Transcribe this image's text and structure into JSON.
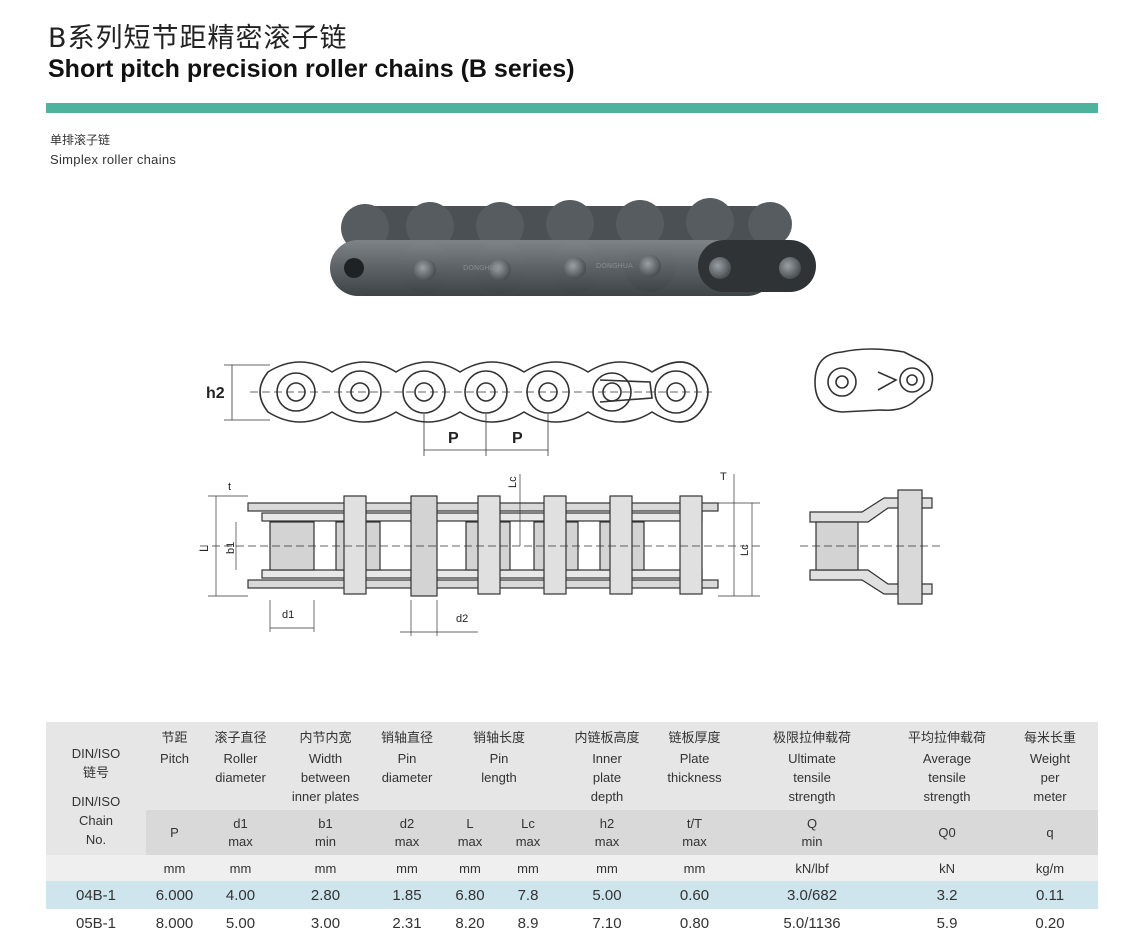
{
  "header": {
    "title_cn": "B系列短节距精密滚子链",
    "title_en": "Short pitch precision roller chains (B series)",
    "accent_color": "#4db39c"
  },
  "section": {
    "label_cn": "单排滚子链",
    "label_en": "Simplex roller chains"
  },
  "drawing": {
    "labels": {
      "h2": "h2",
      "p1": "P",
      "p2": "P",
      "t": "t",
      "lc_top": "Lc",
      "T": "T",
      "L": "L",
      "b1": "b1",
      "lc_side": "Lc",
      "d1": "d1",
      "d2": "d2"
    },
    "chain_brand": "DONGHUA"
  },
  "table": {
    "firstcol": {
      "cn": "DIN/ISO\n链号",
      "en": "DIN/ISO\nChain\nNo."
    },
    "columns": [
      {
        "cn": "节距",
        "en": "Pitch",
        "sym": "P",
        "unit": "mm"
      },
      {
        "cn": "滚子直径",
        "en": "Roller\ndiameter",
        "sym": "d1\nmax",
        "unit": "mm"
      },
      {
        "cn": "内节内宽",
        "en": "Width\nbetween\ninner plates",
        "sym": "b1\nmin",
        "unit": "mm"
      },
      {
        "cn": "销轴直径",
        "en": "Pin\ndiameter",
        "sym": "d2\nmax",
        "unit": "mm"
      },
      {
        "cn": "销轴长度",
        "en": "Pin\nlength",
        "sym_L": "L\nmax",
        "sym_Lc": "Lc\nmax",
        "unit_L": "mm",
        "unit_Lc": "mm"
      },
      {
        "cn": "内链板高度",
        "en": "Inner\nplate\ndepth",
        "sym": "h2\nmax",
        "unit": "mm"
      },
      {
        "cn": "链板厚度",
        "en": "Plate\nthickness",
        "sym": "t/T\nmax",
        "unit": "mm"
      },
      {
        "cn": "极限拉伸载荷",
        "en": "Ultimate\ntensile\nstrength",
        "sym": "Q\nmin",
        "unit": "kN/lbf"
      },
      {
        "cn": "平均拉伸载荷",
        "en": "Average\ntensile\nstrength",
        "sym": "Q0",
        "unit": "kN"
      },
      {
        "cn": "每米长重",
        "en": "Weight\nper\nmeter",
        "sym": "q",
        "unit": "kg/m"
      }
    ],
    "rows": [
      [
        "04B-1",
        "6.000",
        "4.00",
        "2.80",
        "1.85",
        "6.80",
        "7.8",
        "5.00",
        "0.60",
        "3.0/682",
        "3.2",
        "0.11"
      ],
      [
        "05B-1",
        "8.000",
        "5.00",
        "3.00",
        "2.31",
        "8.20",
        "8.9",
        "7.10",
        "0.80",
        "5.0/1136",
        "5.9",
        "0.20"
      ]
    ]
  }
}
